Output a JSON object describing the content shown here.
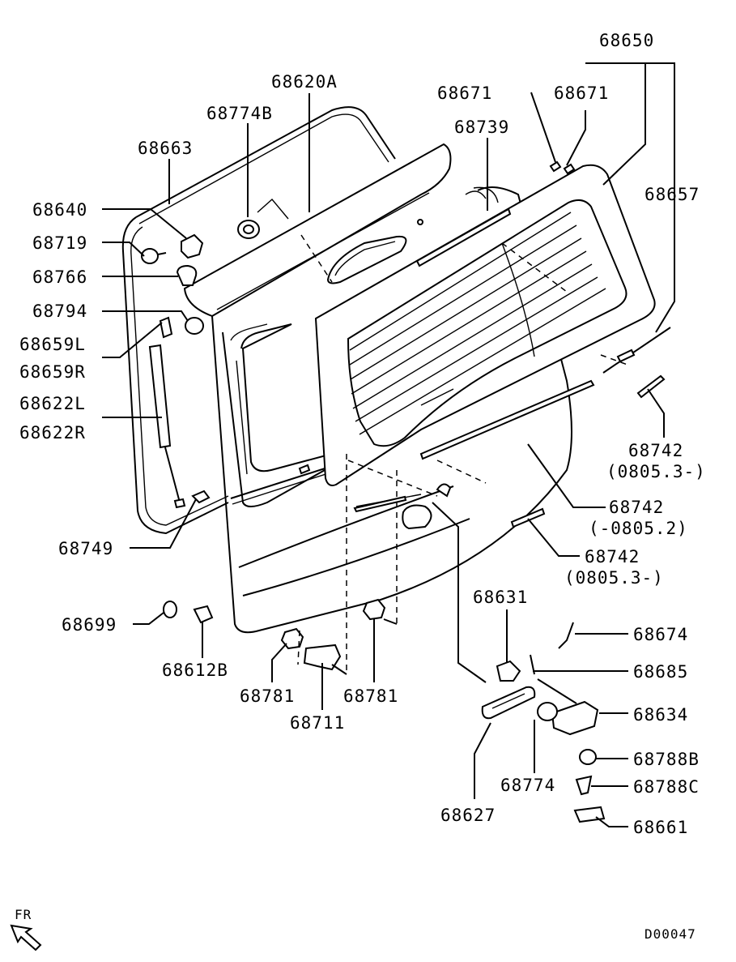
{
  "labels": {
    "p68650": "68650",
    "p68620A": "68620A",
    "p68671a": "68671",
    "p68671b": "68671",
    "p68774B": "68774B",
    "p68739": "68739",
    "p68663": "68663",
    "p68657": "68657",
    "p68640": "68640",
    "p68719": "68719",
    "p68766": "68766",
    "p68794": "68794",
    "p68659L": "68659L",
    "p68659R": "68659R",
    "p68622L": "68622L",
    "p68622R": "68622R",
    "p68742a": "68742",
    "p68742a_note": "(0805.3-)",
    "p68742b": "68742",
    "p68742b_note": "(-0805.2)",
    "p68742c": "68742",
    "p68742c_note": "(0805.3-)",
    "p68749": "68749",
    "p68631": "68631",
    "p68674": "68674",
    "p68685": "68685",
    "p68699": "68699",
    "p68612B": "68612B",
    "p68781a": "68781",
    "p68781b": "68781",
    "p68711": "68711",
    "p68634": "68634",
    "p68788B": "68788B",
    "p68774": "68774",
    "p68788C": "68788C",
    "p68627": "68627",
    "p68661": "68661"
  },
  "direction": "FR",
  "diagram_code": "D00047",
  "icons": {
    "front_arrow": "front-direction-arrow-icon"
  }
}
